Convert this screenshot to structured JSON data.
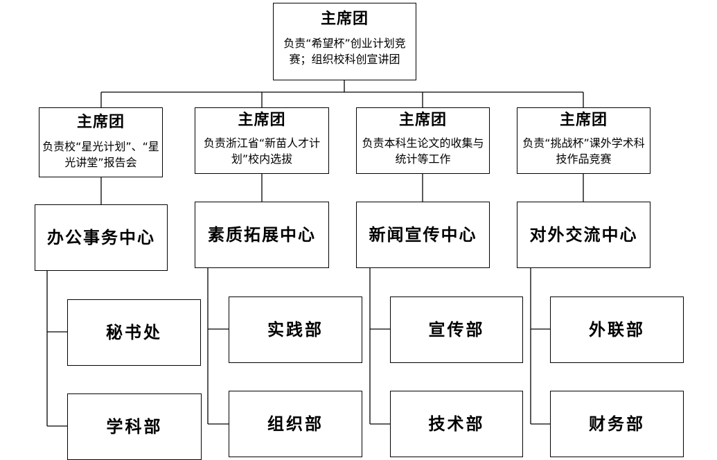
{
  "top": {
    "title": "主席团",
    "desc": "负责“希望杯”创业计划竞赛；组织校科创宣讲团"
  },
  "columns": [
    {
      "head_title": "主席团",
      "head_desc": "负责校“星光计划”、“星光讲堂”报告会",
      "center": "办公事务中心",
      "departments": [
        "秘书处",
        "学科部"
      ]
    },
    {
      "head_title": "主席团",
      "head_desc": "负责浙江省“新苗人才计划”校内选拔",
      "center": "素质拓展中心",
      "departments": [
        "实践部",
        "组织部"
      ]
    },
    {
      "head_title": "主席团",
      "head_desc": "负责本科生论文的收集与统计等工作",
      "center": "新闻宣传中心",
      "departments": [
        "宣传部",
        "技术部"
      ]
    },
    {
      "head_title": "主席团",
      "head_desc": "负责“挑战杯”课外学术科技作品竞赛",
      "center": "对外交流中心",
      "departments": [
        "外联部",
        "财务部"
      ]
    }
  ]
}
